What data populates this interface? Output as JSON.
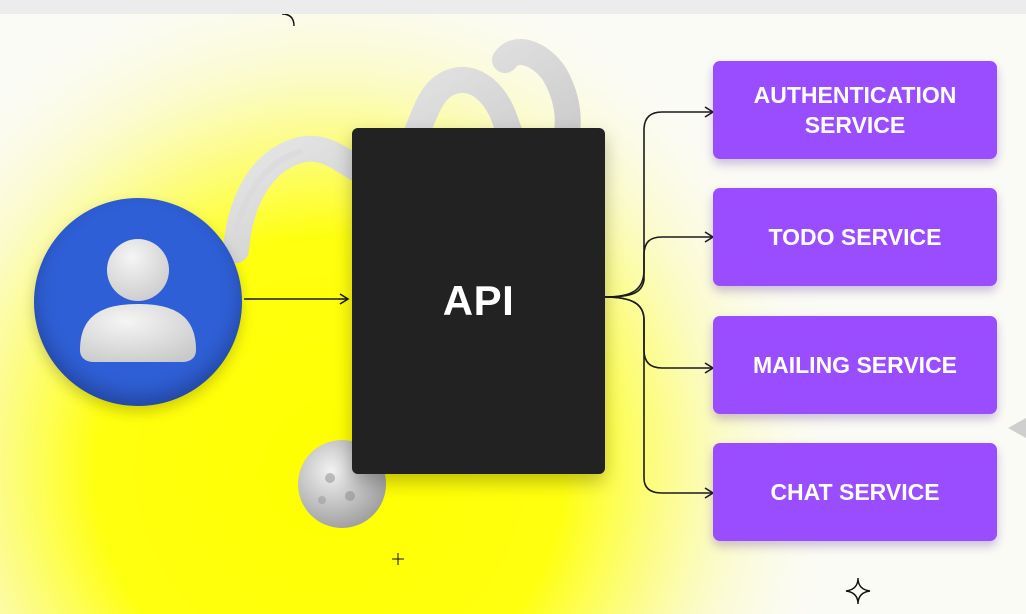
{
  "diagram": {
    "center_label": "API",
    "services": [
      {
        "label": "AUTHENTICATION\nSERVICE"
      },
      {
        "label": "TODO SERVICE"
      },
      {
        "label": "MAILING SERVICE"
      },
      {
        "label": "CHAT SERVICE"
      }
    ],
    "user_icon": "user-avatar-icon",
    "colors": {
      "api_box": "#222222",
      "service_box": "#9a4dff",
      "user_circle": "#2f5fd6",
      "highlight": "#ffff00"
    }
  }
}
